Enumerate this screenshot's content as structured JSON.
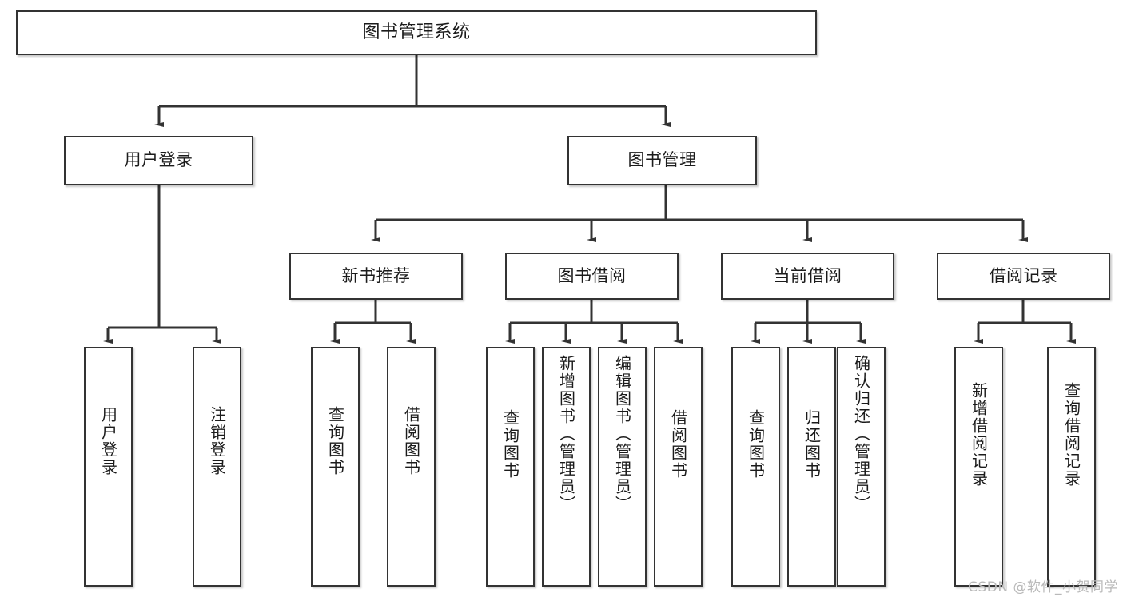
{
  "diagram": {
    "title": "图书管理系统",
    "type": "hierarchy-tree",
    "watermark": "CSDN @软件_小贺同学",
    "colors": {
      "box_border": "#333333",
      "box_fill": "#ffffff",
      "edge": "#333333",
      "text": "#1b1b1b",
      "watermark": "#b9b9b9"
    },
    "nodes": {
      "root": {
        "label": "图书管理系统"
      },
      "level2": [
        {
          "label": "用户登录"
        },
        {
          "label": "图书管理"
        }
      ],
      "level3": [
        {
          "label": "新书推荐"
        },
        {
          "label": "图书借阅"
        },
        {
          "label": "当前借阅"
        },
        {
          "label": "借阅记录"
        }
      ],
      "leaves_user_login": [
        {
          "label": "用户登录"
        },
        {
          "label": "注销登录"
        }
      ],
      "leaves_new_book": [
        {
          "label": "查询图书"
        },
        {
          "label": "借阅图书"
        }
      ],
      "leaves_borrow": [
        {
          "label": "查询图书"
        },
        {
          "label": "新增图书（管理员）"
        },
        {
          "label": "编辑图书（管理员）"
        },
        {
          "label": "借阅图书"
        }
      ],
      "leaves_current": [
        {
          "label": "查询图书"
        },
        {
          "label": "归还图书"
        },
        {
          "label": "确认归还（管理员）"
        }
      ],
      "leaves_record": [
        {
          "label": "新增借阅记录"
        },
        {
          "label": "查询借阅记录"
        }
      ]
    }
  }
}
